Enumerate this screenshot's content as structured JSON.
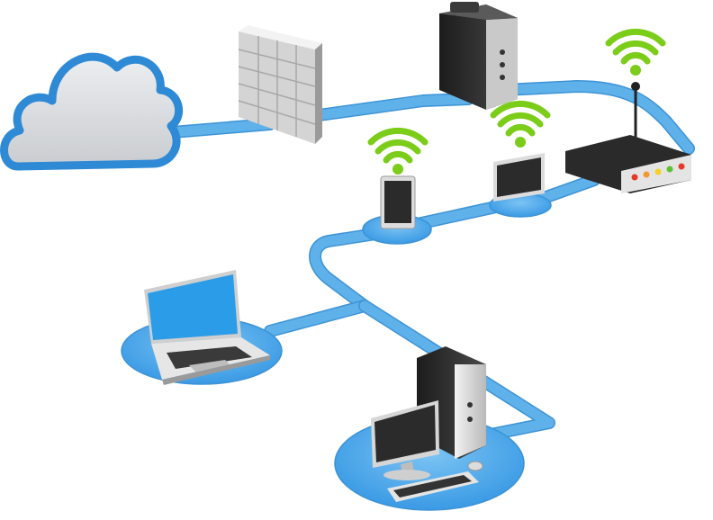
{
  "diagram": {
    "title": "",
    "nodes": [
      {
        "id": "cloud",
        "icon": "cloud-icon"
      },
      {
        "id": "firewall",
        "icon": "firewall-icon"
      },
      {
        "id": "server",
        "icon": "server-tower-icon"
      },
      {
        "id": "router",
        "icon": "wireless-router-icon"
      },
      {
        "id": "tablet",
        "icon": "tablet-icon",
        "wireless": true
      },
      {
        "id": "small-monitor",
        "icon": "monitor-icon",
        "wireless": true
      },
      {
        "id": "laptop",
        "icon": "laptop-icon"
      },
      {
        "id": "desktop",
        "icon": "desktop-computer-icon"
      }
    ],
    "edges": [
      [
        "cloud",
        "firewall"
      ],
      [
        "firewall",
        "server"
      ],
      [
        "server",
        "router"
      ],
      [
        "router",
        "small-monitor"
      ],
      [
        "small-monitor",
        "tablet"
      ],
      [
        "tablet",
        "laptop"
      ],
      [
        "tablet",
        "desktop"
      ]
    ]
  },
  "colors": {
    "cable": "#5fb1ea",
    "cable_edge": "#3d93d6",
    "platform": "#4aa8ec",
    "cloud_outline": "#2f8ad6",
    "cloud_fill": "#d7d9dc",
    "wifi": "#7ccc1a",
    "device_dark": "#2b2b2b",
    "device_light": "#e8e8e8",
    "screen": "#2e2e2e",
    "laptop_screen": "#2b9ce8",
    "led_red": "#e23b2a",
    "led_orange": "#f29a2a",
    "led_yellow": "#f2d22a",
    "led_green": "#5ec32a"
  }
}
